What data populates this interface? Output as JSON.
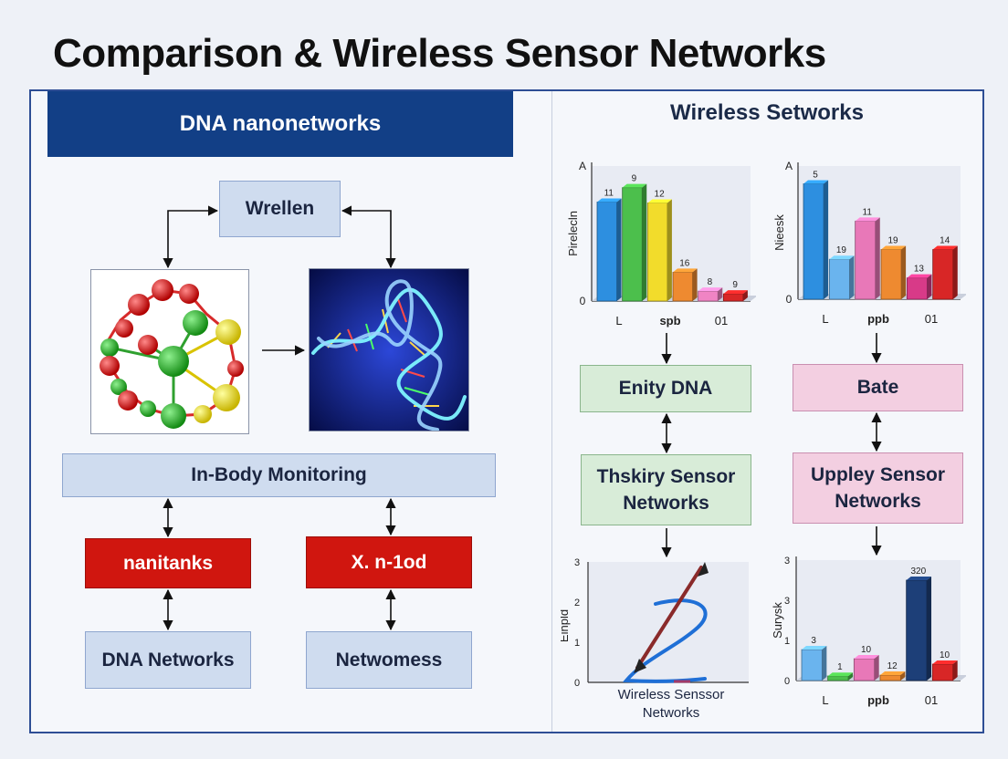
{
  "slide": {
    "title": "Comparison & Wireless Sensor Networks",
    "left_header": "DNA nanonetworks",
    "right_header": "Wireless Setworks"
  },
  "left": {
    "wrellen": "Wrellen",
    "in_body": "In-Body Monitoring",
    "nanitanks": "nanitanks",
    "xnlod": "X. n-1od",
    "dna_networks": "DNA Networks",
    "netwomess": "Netwomess"
  },
  "right": {
    "enity": "Enity DNA",
    "bate": "Bate",
    "thskiry": "Thskiry Sensor Networks",
    "uppley": "Uppley Sensor Networks",
    "caption": "Wireless Senssor Networks"
  },
  "colors": {
    "dark_blue": "#123f86",
    "red_box": "#d0160f",
    "green_box": "#d8ecd8",
    "pink_box": "#f3cfe1"
  },
  "chart_data": [
    {
      "type": "bar",
      "ylabel": "Pirelecln",
      "top_label": "A",
      "zero_label": "0",
      "categories": [
        "L",
        "spb",
        "01"
      ],
      "values": [
        11,
        12.6,
        10.9,
        3.2,
        1.1,
        0.8
      ],
      "value_labels": [
        "11",
        "9",
        "12",
        "16",
        "8",
        "9"
      ],
      "colors": [
        "#2d8fe0",
        "#4cbf4c",
        "#f2dc2b",
        "#ee8a30",
        "#f084c4",
        "#d82626"
      ],
      "ylim": [
        0,
        15
      ]
    },
    {
      "type": "bar",
      "ylabel": "Nieesk",
      "top_label": "A",
      "zero_label": "0",
      "categories": [
        "L",
        "ppb",
        "01"
      ],
      "values": [
        13,
        4.5,
        8.8,
        5.6,
        2.4,
        5.6
      ],
      "value_labels": [
        "5",
        "19",
        "11",
        "19",
        "13",
        "14"
      ],
      "colors": [
        "#2d8fe0",
        "#6ab4ee",
        "#e878b8",
        "#ee8a30",
        "#d83a88",
        "#d82626"
      ],
      "ylim": [
        0,
        15
      ]
    },
    {
      "type": "line",
      "ylabel": "Einpld",
      "yticks": [
        "3",
        "2",
        "1",
        "0"
      ],
      "ylim": [
        0,
        3
      ]
    },
    {
      "type": "bar",
      "ylabel": "Surysk",
      "yticks": [
        "3",
        "3",
        "1",
        "0"
      ],
      "categories": [
        "L",
        "ppb",
        "01"
      ],
      "values": [
        0.85,
        0.12,
        0.6,
        0.15,
        2.75,
        0.45
      ],
      "value_labels": [
        "3",
        "1",
        "10",
        "12",
        "320",
        "10"
      ],
      "colors": [
        "#6ab4ee",
        "#4cbf4c",
        "#e878b8",
        "#ee8a30",
        "#1d3f78",
        "#d82626"
      ],
      "ylim": [
        0,
        3.3
      ]
    }
  ]
}
